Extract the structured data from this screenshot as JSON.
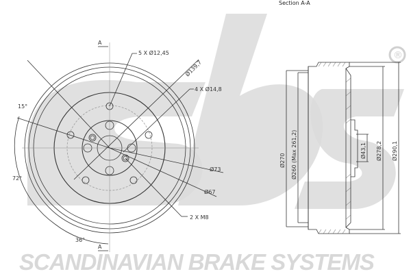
{
  "section_title": "Section  A-A",
  "brand_text": "SCANDINAVIAN BRAKE SYSTEMS",
  "logo_text": "sbs",
  "registered_mark": "®",
  "front_view": {
    "section_marker_top": "A",
    "section_marker_bottom": "A",
    "labels": {
      "bolt_holes": "5 X Ø12,45",
      "pcd": "Ø139,7",
      "small_holes": "4 X Ø14,8",
      "angle_15": "15°",
      "angle_72": "72°",
      "angle_36": "36°",
      "d73": "Ø73",
      "d67": "Ø67",
      "threads": "2 X M8"
    }
  },
  "section_view": {
    "labels": {
      "d270": "Ø270",
      "d260": "Ø260 (Max 261,2)",
      "d43": "Ø43,1",
      "d278": "Ø278,2",
      "d290": "Ø290,1"
    }
  },
  "colors": {
    "line": "#333333",
    "watermark": "#d9d9d9"
  }
}
